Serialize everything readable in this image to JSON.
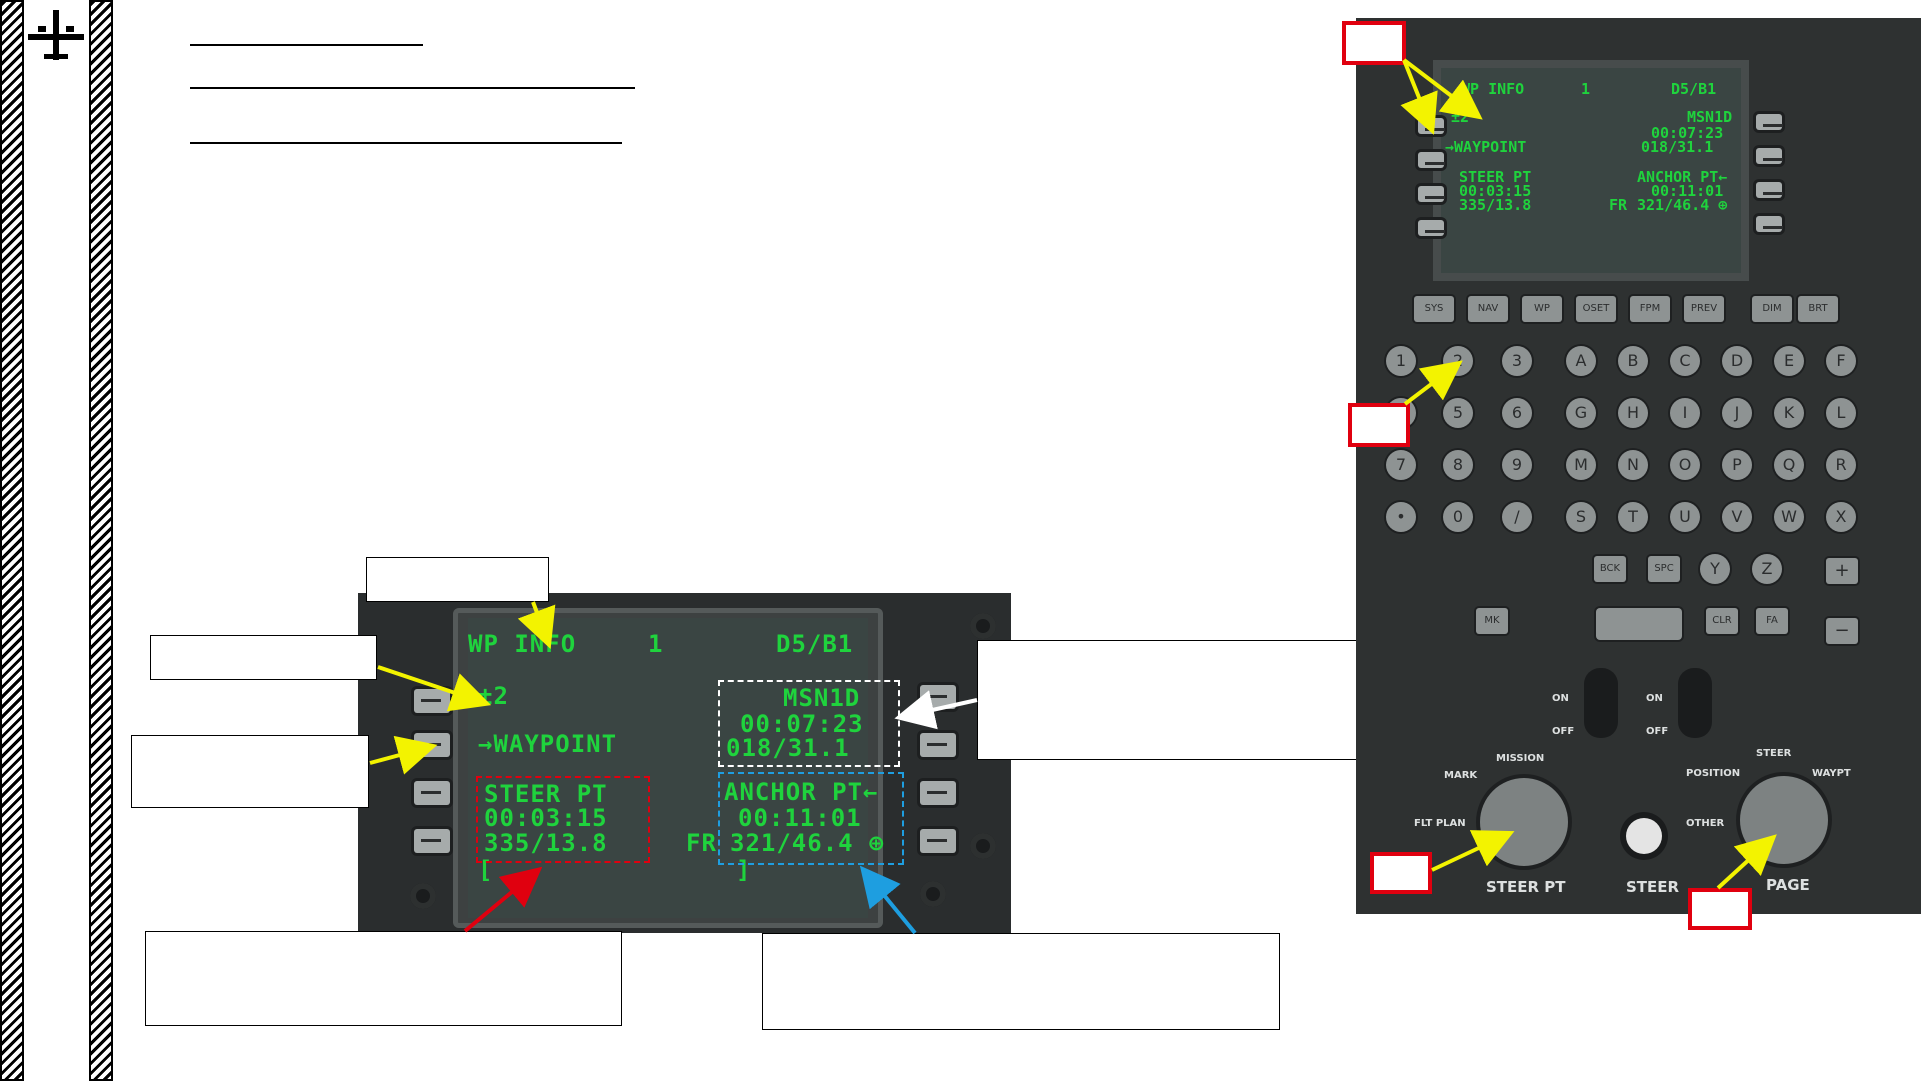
{
  "zoom_display": {
    "title": "WP INFO",
    "page": "1",
    "mode": "D5/B1",
    "waypoint_number": "±2",
    "waypoint_lsk": "→WAYPOINT",
    "msn_id": "MSN1D",
    "msn_time": "00:07:23",
    "msn_brg": "018/31.1",
    "steer_label": "STEER PT",
    "steer_time": "00:03:15",
    "steer_brg": "335/13.8",
    "anchor_label": "ANCHOR PT←",
    "anchor_time": "00:11:01",
    "anchor_from": "FR",
    "anchor_brg": "321/46.4 ⊕",
    "bracket_left": "[",
    "bracket_right": "]"
  },
  "cdu": {
    "title": "WP INFO",
    "page": "1",
    "mode": "D5/B1",
    "waypoint_number": "±2",
    "msn_id": "MSN1D",
    "msn_time": "00:07:23",
    "msn_brg": "018/31.1",
    "waypoint_lsk": "→WAYPOINT",
    "steer_label": "STEER PT",
    "steer_time": "00:03:15",
    "steer_brg": "335/13.8",
    "anchor_label": "ANCHOR PT←",
    "anchor_time": "00:11:01",
    "anchor_from": "FR",
    "anchor_brg": "321/46.4 ⊕",
    "function_keys": [
      "SYS",
      "NAV",
      "WP",
      "OSET",
      "FPM",
      "PREV"
    ],
    "dim": "DIM",
    "brt": "BRT",
    "numbers": [
      "1",
      "2",
      "3",
      "4",
      "5",
      "6",
      "7",
      "8",
      "9",
      "•",
      "0",
      "/"
    ],
    "letters": [
      "A",
      "B",
      "C",
      "D",
      "E",
      "F",
      "G",
      "H",
      "I",
      "J",
      "K",
      "L",
      "M",
      "N",
      "O",
      "P",
      "Q",
      "R",
      "S",
      "T",
      "U",
      "V",
      "W",
      "X"
    ],
    "bottom_keys": [
      "BCK",
      "SPC",
      "Y",
      "Z",
      "MK",
      "CLR",
      "FA"
    ],
    "knob1": {
      "mission": "MISSION",
      "mark": "MARK",
      "flt_plan": "FLT PLAN",
      "label": "STEER PT"
    },
    "steer_switch": "STEER",
    "knob2": {
      "steer": "STEER",
      "waypt": "WAYPT",
      "position": "POSITION",
      "other": "OTHER",
      "label": "PAGE"
    },
    "toggle_on": "ON",
    "toggle_off": "OFF",
    "plus": "+",
    "minus": "−"
  },
  "colors": {
    "display_green": "#1fd33d",
    "arrow_yellow": "#f3f300",
    "arrow_red": "#e0000f",
    "arrow_blue": "#1e9ee0",
    "box_red": "#e0000f"
  }
}
